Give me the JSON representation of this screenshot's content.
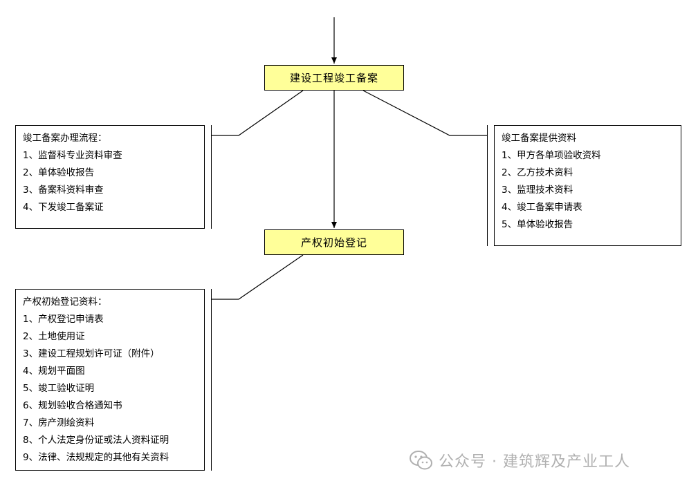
{
  "nodes": {
    "filing": "建设工程竣工备案",
    "registration": "产权初始登记"
  },
  "left_panel_1": {
    "title": "竣工备案办理流程：",
    "items": [
      "1、监督科专业资料审查",
      "2、单体验收报告",
      "3、备案科资料审查",
      "4、下发竣工备案证"
    ]
  },
  "right_panel": {
    "title": "竣工备案提供资料",
    "items": [
      "1、甲方各单项验收资料",
      "2、乙方技术资料",
      "3、监理技术资料",
      "4、竣工备案申请表",
      "5、单体验收报告"
    ]
  },
  "left_panel_2": {
    "title": "产权初始登记资料：",
    "items": [
      "1、产权登记申请表",
      "2、土地使用证",
      "3、建设工程规划许可证（附件）",
      "4、规划平面图",
      "5、竣工验收证明",
      "6、规划验收合格通知书",
      "7、房产测绘资料",
      "8、个人法定身份证或法人资料证明",
      "9、法律、法规规定的其他有关资料"
    ]
  },
  "watermark": {
    "text": "公众号 · 建筑辉及产业工人",
    "icon": "wechat-icon"
  },
  "colors": {
    "node_fill": "#ffff99",
    "line": "#000000",
    "watermark": "#b0b0b0"
  }
}
